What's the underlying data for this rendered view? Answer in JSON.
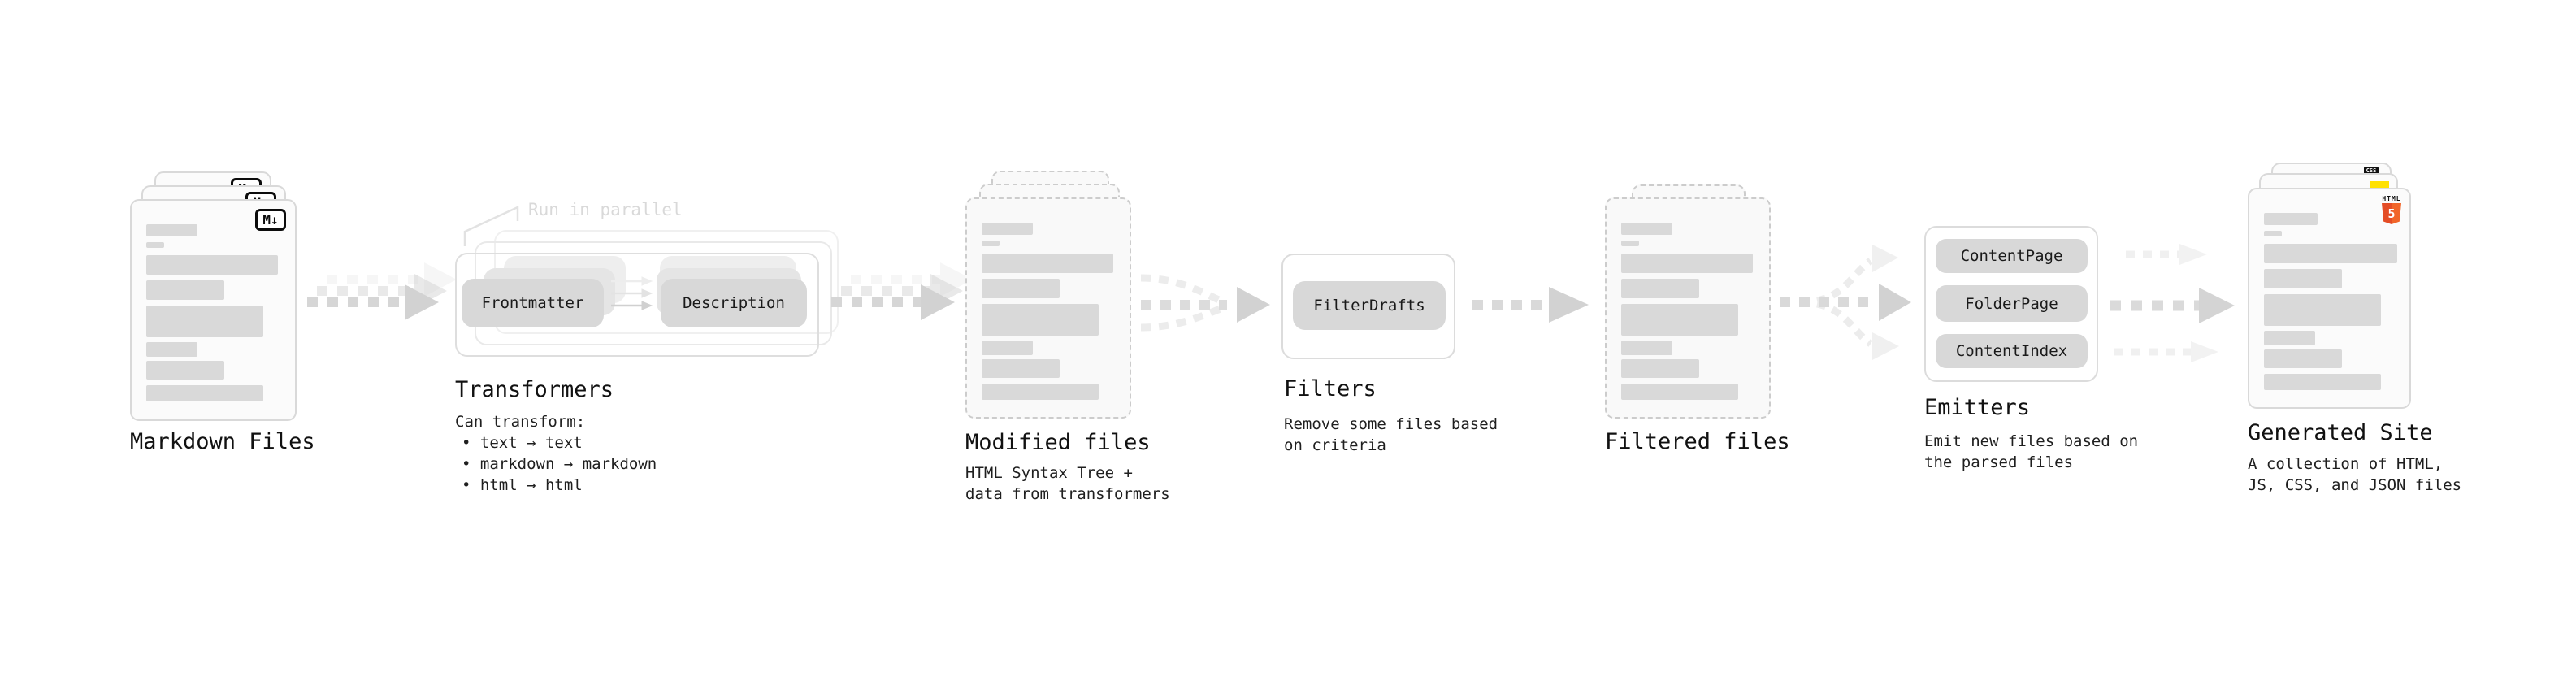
{
  "diagram": {
    "markdown_files": {
      "title": "Markdown Files"
    },
    "transformers": {
      "title": "Transformers",
      "annotation": "Run in parallel",
      "nodes": [
        "Frontmatter",
        "Description"
      ],
      "heading": "Can transform:",
      "bullets": [
        "• text → text",
        "• markdown → markdown",
        "• html → html"
      ]
    },
    "modified_files": {
      "title": "Modified files",
      "desc1": "HTML Syntax Tree +",
      "desc2": "data from transformers"
    },
    "filters": {
      "title": "Filters",
      "nodes": [
        "FilterDrafts"
      ],
      "desc1": "Remove some files based",
      "desc2": "on criteria"
    },
    "filtered_files": {
      "title": "Filtered files"
    },
    "emitters": {
      "title": "Emitters",
      "nodes": [
        "ContentPage",
        "FolderPage",
        "ContentIndex"
      ],
      "desc1": "Emit new files based on",
      "desc2": "the parsed files"
    },
    "generated_site": {
      "title": "Generated Site",
      "desc1": "A collection of HTML,",
      "desc2": "JS, CSS, and JSON files"
    }
  },
  "icons": {
    "markdown": "M↓",
    "html5_text": "HTML",
    "html5_number": "5",
    "css_text": "CSS"
  },
  "colors": {
    "html5_orange": "#e44d26",
    "html5_orange_light": "#f16529",
    "css_blue": "#2965f1",
    "js_yellow": "#ffe104",
    "bar_gray": "#d9d9d9",
    "chip_gray": "#d8d8d8",
    "annotation_gray": "#d9d9d9",
    "text_dark": "#161616"
  }
}
